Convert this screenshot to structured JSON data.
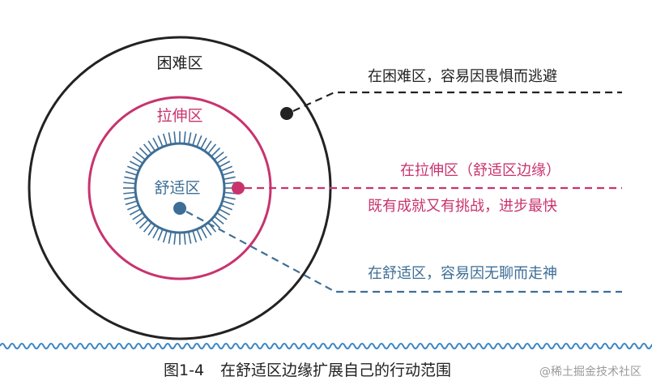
{
  "colors": {
    "difficult": "#222222",
    "stretch": "#c8336e",
    "comfort": "#3d6e96",
    "wave": "#3b86c4",
    "caption": "#222222"
  },
  "zones": {
    "difficult": "困难区",
    "stretch": "拉伸区",
    "comfort": "舒适区"
  },
  "annotations": {
    "difficult": "在困难区，容易因畏惧而逃避",
    "stretch_line1": "在拉伸区（舒适区边缘）",
    "stretch_line2": "既有成就又有挑战，进步最快",
    "comfort": "在舒适区，容易因无聊而走神"
  },
  "caption": {
    "figure_number": "图1-4",
    "title": "在舒适区边缘扩展自己的行动范围"
  },
  "watermark": "@稀土掘金技术社区"
}
